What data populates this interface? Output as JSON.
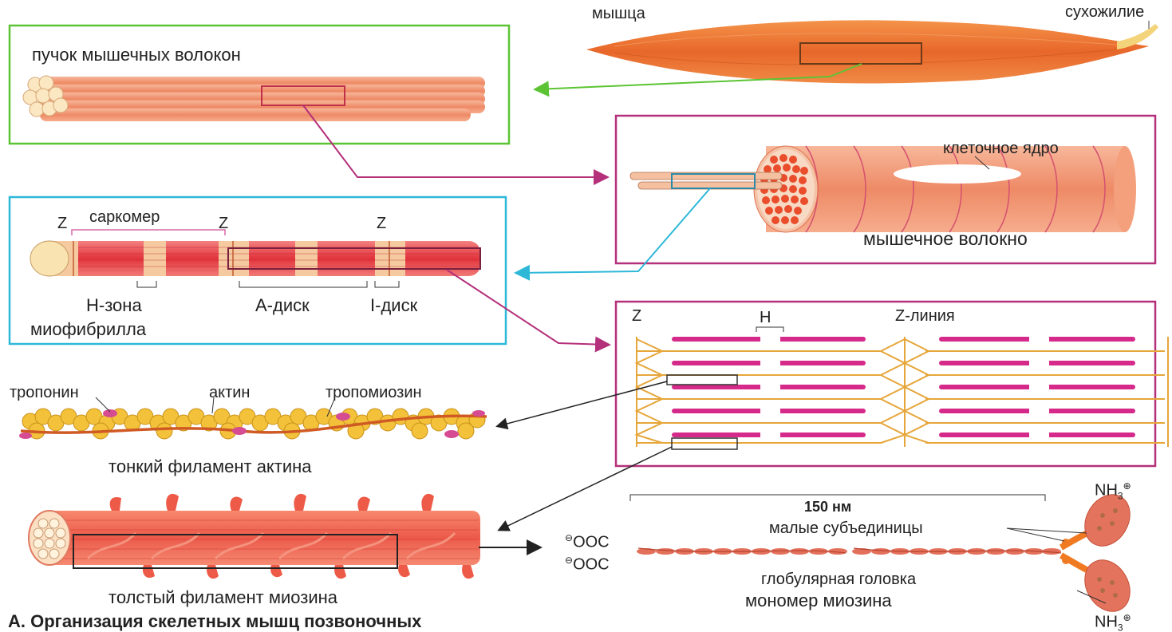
{
  "labels": {
    "muscle": "мышца",
    "tendon": "сухожилие",
    "fiber_bundle": "пучок мышечных волокон",
    "cell_nucleus": "клеточное ядро",
    "muscle_fiber": "мышечное волокно",
    "z1": "Z",
    "z2": "Z",
    "z3": "Z",
    "sarcomere": "саркомер",
    "h_zone": "Н-зона",
    "a_disc": "А-диск",
    "i_disc": "I-диск",
    "myofibril": "миофибрилла",
    "sarc_z": "Z",
    "sarc_h": "H",
    "z_line": "Z-линия",
    "troponin": "тропонин",
    "actin": "актин",
    "tropomyosin": "тропомиозин",
    "thin_filament": "тонкий филамент актина",
    "thick_filament": "толстый филамент миозина",
    "length_150": "150 нм",
    "nh3_top": "NH",
    "nh3_bottom": "NH",
    "nh3_sub": "3",
    "nh3_charge": "⊕",
    "ooc_top": "OOC",
    "ooc_bottom": "OOC",
    "ooc_charge": "⊖",
    "small_subunits": "малые субъединицы",
    "globular_head": "глобулярная головка",
    "myosin_monomer": "мономер миозина",
    "caption": "А. Организация скелетных мышц позвоночных"
  },
  "colors": {
    "green_frame": "#5cc434",
    "magenta_frame": "#b4307a",
    "cyan_frame": "#2eb8d8",
    "muscle": "#e8702a",
    "fiber": "#f0926a",
    "myofibril_red": "#e0303a",
    "myosin_magenta": "#d02a8a",
    "actin_yellow": "#f3c23a",
    "z_orange": "#e8a030"
  }
}
